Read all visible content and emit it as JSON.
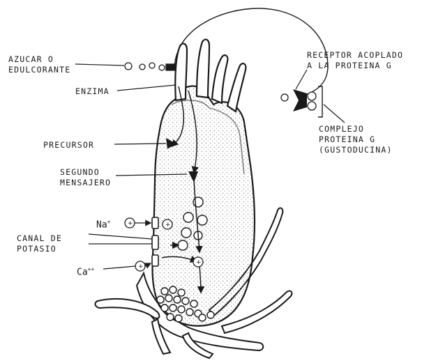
{
  "labels": {
    "sugar_line1": "AZUCAR O",
    "sugar_line2": "EDULCORANTE",
    "enzyme": "ENZIMA",
    "precursor": "PRECURSOR",
    "second_messenger_line1": "SEGUNDO",
    "second_messenger_line2": "MENSAJERO",
    "sodium": "Na",
    "sodium_charge": "+",
    "potassium_channel_line1": "CANAL DE",
    "potassium_channel_line2": "POTASIO",
    "calcium": "Ca",
    "calcium_charge": "++",
    "receptor_line1": "RECEPTOR ACOPLADO",
    "receptor_line2": "A LA PROTEINA G",
    "gprotein_line1": "COMPLEJO",
    "gprotein_line2": "PROTEINA G",
    "gprotein_line3": "(GUSTODUCINA)"
  },
  "colors": {
    "ink": "#1a1a1a",
    "stipple": "#8a8a8a",
    "background": "#ffffff"
  }
}
